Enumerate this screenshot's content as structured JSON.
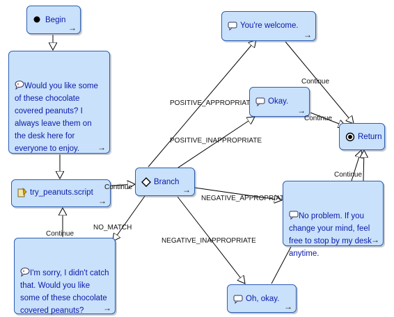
{
  "diagram": {
    "nodes": {
      "begin": {
        "text": "Begin",
        "icon": "start-dot-icon"
      },
      "greeting": {
        "text": "Would you like some of these chocolate covered peanuts? I always leave them on the desk here for everyone to enjoy.",
        "icon": "speech-bubble-icon"
      },
      "script": {
        "text": "try_peanuts.script",
        "icon": "script-icon"
      },
      "sorry": {
        "text": "I'm sorry, I didn't catch that.  Would you like some of these chocolate covered peanuts?",
        "icon": "speech-bubble-icon"
      },
      "branch": {
        "text": "Branch",
        "icon": "diamond-icon"
      },
      "welcome": {
        "text": "You're welcome.",
        "icon": "chat-bubble-icon"
      },
      "okay": {
        "text": "Okay.",
        "icon": "chat-bubble-icon"
      },
      "return": {
        "text": "Return",
        "icon": "return-target-icon"
      },
      "noproblem": {
        "text": "No problem. If you change your mind, feel free to stop by my desk anytime.",
        "icon": "chat-bubble-icon"
      },
      "ohokay": {
        "text": "Oh, okay.",
        "icon": "chat-bubble-icon"
      }
    },
    "edge_labels": {
      "script_to_branch": "Continue",
      "sorry_to_script": "Continue",
      "no_match": "NO_MATCH",
      "positive_appropriate": "POSITIVE_APPROPRIATE",
      "positive_inappropriate": "POSITIVE_INAPPROPRIATE",
      "negative_appropriate": "NEGATIVE_APPROPRIATE",
      "negative_inappropriate": "NEGATIVE_INAPPROPRIATE",
      "welcome_continue": "Continue",
      "okay_continue": "Continue",
      "noproblem_continue": "Continue"
    },
    "colors": {
      "node_fill": "#c9e1fb",
      "node_border": "#2a5db0",
      "node_text": "#0a1aa8",
      "edge": "#000000"
    }
  }
}
